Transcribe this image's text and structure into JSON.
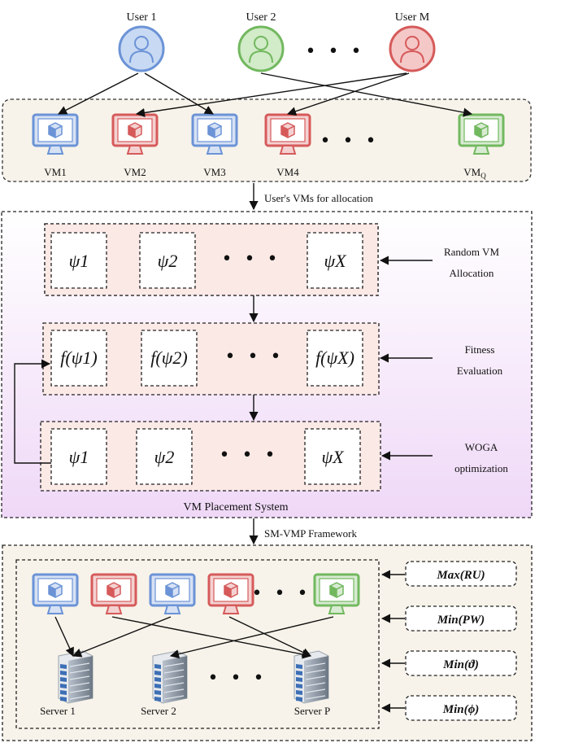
{
  "users": [
    {
      "label": "User 1",
      "color": "#6b93d6",
      "fill": "#c8d9f3"
    },
    {
      "label": "User 2",
      "color": "#72b85f",
      "fill": "#d2ebc8"
    },
    {
      "label": "User M",
      "color": "#d65a5a",
      "fill": "#f5c8c8"
    }
  ],
  "vms": [
    {
      "label": "VM1",
      "color": "#6b93d6"
    },
    {
      "label": "VM2",
      "color": "#d65a5a"
    },
    {
      "label": "VM3",
      "color": "#6b93d6"
    },
    {
      "label": "VM4",
      "color": "#d65a5a"
    },
    {
      "label": "VM",
      "sub": "Q",
      "color": "#72b85f"
    }
  ],
  "ellipsis": "• • •",
  "flow_label_1": "User's VMs for allocation",
  "flow_label_2": "SM-VMP Framework",
  "placement_title": "VM Placement System",
  "rows": [
    {
      "cells": [
        "ψ1",
        "ψ2",
        "ψX"
      ],
      "side_label": [
        "Random VM",
        "Allocation"
      ]
    },
    {
      "cells": [
        "f(ψ1)",
        "f(ψ2)",
        "f(ψX)"
      ],
      "side_label": [
        "Fitness",
        "Evaluation"
      ]
    },
    {
      "cells": [
        "ψ1",
        "ψ2",
        "ψX"
      ],
      "side_label": [
        "WOGA",
        "optimization"
      ]
    }
  ],
  "servers": [
    {
      "label": "Server 1"
    },
    {
      "label": "Server 2"
    },
    {
      "label": "Server P"
    }
  ],
  "objectives": [
    "Max(RU)",
    "Min(PW)",
    "Min(ϑ)",
    "Min(ϕ)"
  ],
  "colors": {
    "panel_bg": "#f7f3ea",
    "purple_top": "#ffffff",
    "purple_bottom": "#efdcf6",
    "row_bg": "#fbe9e6"
  }
}
